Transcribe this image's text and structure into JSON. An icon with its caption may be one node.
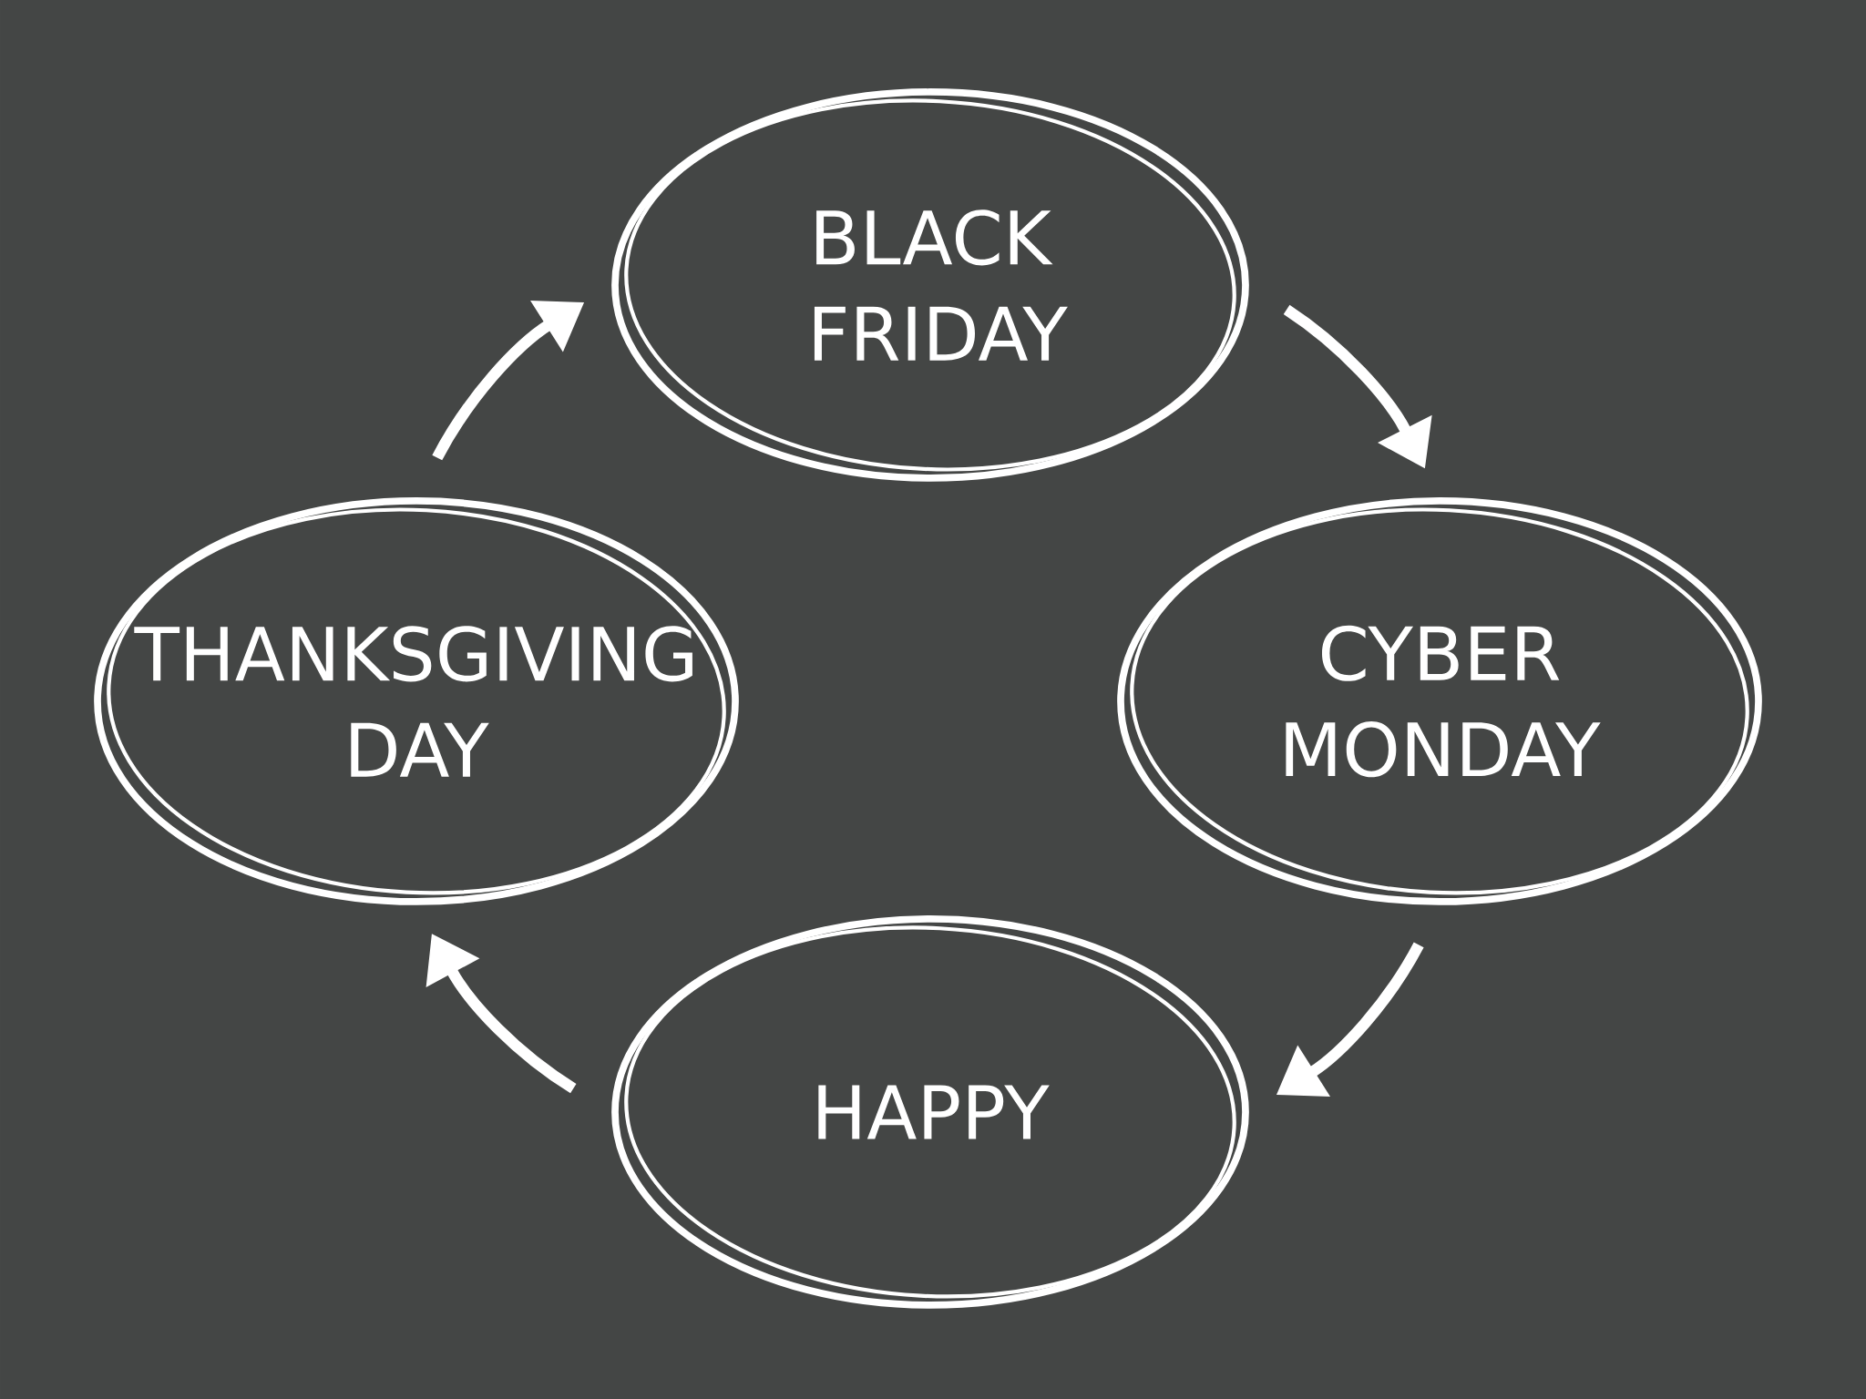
{
  "diagram": {
    "nodes": [
      {
        "text": [
          "BLACK FRIDAY"
        ]
      },
      {
        "text": [
          "THANKSGIVING DAY"
        ]
      },
      {
        "text": [
          "CYBER MONDAY"
        ]
      },
      {
        "text": [
          "HAPPY"
        ]
      }
    ],
    "edges": [
      {
        "from": 1,
        "to": 0,
        "arrow": "to"
      },
      {
        "from": 0,
        "to": 2,
        "arrow": "to"
      },
      {
        "from": 2,
        "to": 3,
        "arrow": "to"
      },
      {
        "from": 3,
        "to": 1,
        "arrow": "to"
      }
    ]
  }
}
